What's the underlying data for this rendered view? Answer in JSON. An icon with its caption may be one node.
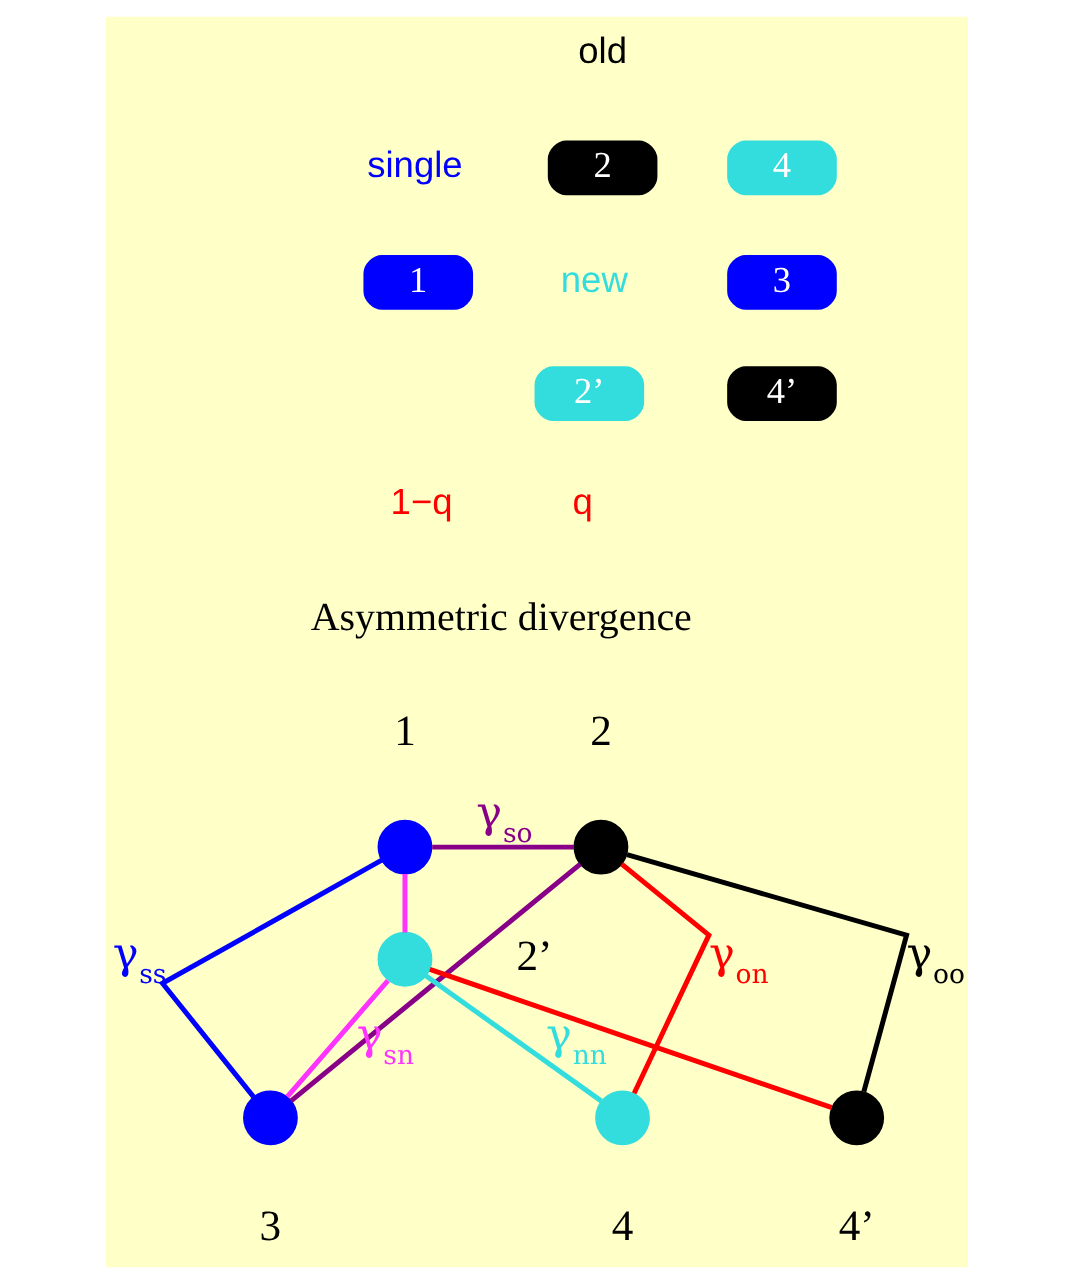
{
  "diagram": {
    "nodes": [
      {
        "text": [
          "1"
        ]
      },
      {
        "text": [
          "2"
        ]
      },
      {
        "text": [
          "2’"
        ]
      },
      {
        "text": [
          "3"
        ]
      },
      {
        "text": [
          "4"
        ]
      },
      {
        "text": [
          "4’"
        ]
      },
      {
        "text": [],
        "shape": "circle",
        "beside": [
          "1"
        ]
      },
      {
        "text": [],
        "shape": "circle",
        "beside": [
          "2"
        ]
      },
      {
        "text": [],
        "shape": "circle",
        "beside": [
          "2’"
        ]
      },
      {
        "text": [],
        "shape": "circle",
        "beside": [
          "3"
        ]
      },
      {
        "text": [],
        "shape": "circle",
        "beside": [
          "4"
        ]
      },
      {
        "text": [],
        "shape": "circle",
        "beside": [
          "4’"
        ]
      }
    ],
    "edges": [
      {
        "from": 6,
        "to": 7,
        "arrow": "none",
        "color": "#880088",
        "label": "γ$_{so}$"
      },
      {
        "from": 6,
        "to": 8,
        "arrow": "none",
        "color": "#ff33ff"
      },
      {
        "from": 6,
        "to": 9,
        "arrow": "none",
        "color": "#0000ff",
        "label": "γ$_{ss}$"
      },
      {
        "from": 8,
        "to": 9,
        "arrow": "none",
        "color": "#ff33ff",
        "label": "γ$_{sn}$"
      },
      {
        "from": 7,
        "to": 9,
        "arrow": "none",
        "color": "#880088"
      },
      {
        "from": 7,
        "to": 11,
        "arrow": "none",
        "color": "#000000",
        "label": "γ$_{oo}$"
      },
      {
        "from": 8,
        "to": 11,
        "arrow": "none",
        "color": "#ff0000"
      },
      {
        "from": 7,
        "to": 10,
        "arrow": "none",
        "color": "#ff0000",
        "label": "γ$_{on}$"
      },
      {
        "from": 8,
        "to": 10,
        "arrow": "none",
        "color": "#33dddd",
        "label": "γ$_{nn}$"
      }
    ],
    "labels": [
      "old",
      "single",
      "new",
      "1−q",
      "q",
      "Asymmetric divergence"
    ]
  }
}
